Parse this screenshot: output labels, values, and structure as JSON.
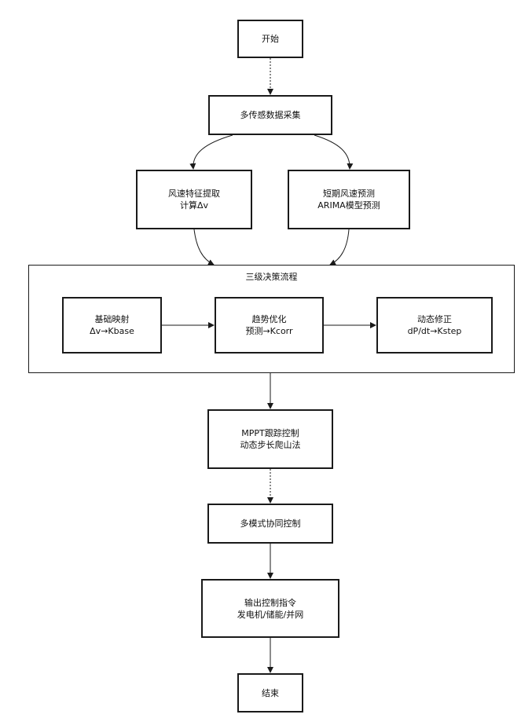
{
  "flowchart": {
    "start": "开始",
    "data_collection": "多传感数据采集",
    "wind_feature": {
      "line1": "风速特征提取",
      "line2": "计算Δv"
    },
    "wind_forecast": {
      "line1": "短期风速预测",
      "line2": "ARIMA模型预测"
    },
    "decision_group": {
      "title": "三级决策流程",
      "base": {
        "line1": "基础映射",
        "line2": "Δv→Kbase"
      },
      "correction": {
        "line1": "趋势优化",
        "line2": "预测→Kcorr"
      },
      "dynamic": {
        "line1": "动态修正",
        "line2": "dP/dt→Kstep"
      }
    },
    "mppt": {
      "line1": "MPPT跟踪控制",
      "line2": "动态步长爬山法"
    },
    "multi_mode": "多模式协同控制",
    "output": {
      "line1": "输出控制指令",
      "line2": "发电机/储能/并网"
    },
    "end": "结束"
  }
}
